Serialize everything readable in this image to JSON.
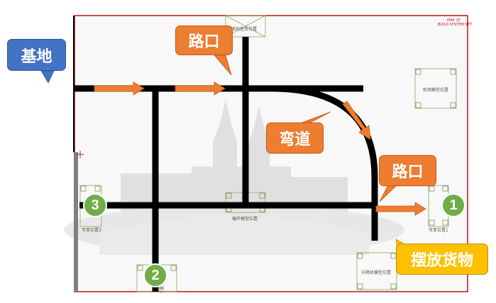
{
  "labels": {
    "base": "基地",
    "junction_top": "路口",
    "curve": "弯道",
    "junction_right": "路口",
    "place_cargo": "摆放货物"
  },
  "positions": {
    "one": "1",
    "two": "2",
    "three": "3"
  },
  "small_tags": {
    "top_center": "添加任务位置",
    "right_top": "检测模型位置",
    "center": "循环模型位置",
    "bottom_right": "升降机模型位置",
    "right_mid": "可变位置1",
    "left_mid": "可变位置3",
    "bottom_left": "可变位置2"
  },
  "corner_text": {
    "line1": "MAP 1P",
    "line2": "BUILD SYSTEM NET"
  },
  "colors": {
    "track": "#000000",
    "arrow": "#ed7d31",
    "border": "#c0141e",
    "position_marker": "#70ad47"
  }
}
